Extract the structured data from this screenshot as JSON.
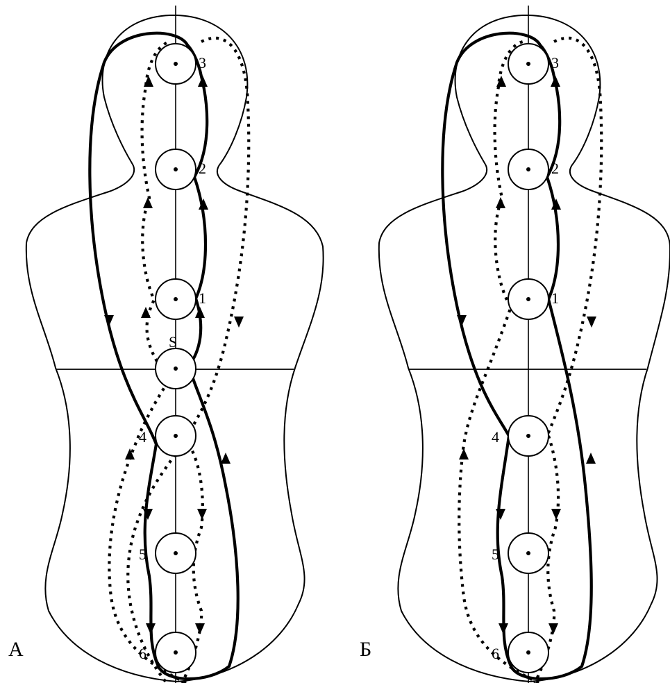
{
  "panels": [
    {
      "label": "А",
      "nodes": [
        {
          "label": "3"
        },
        {
          "label": "2"
        },
        {
          "label": "1"
        },
        {
          "label": "S"
        },
        {
          "label": "4"
        },
        {
          "label": "5"
        },
        {
          "label": "6"
        }
      ]
    },
    {
      "label": "Б",
      "nodes": [
        {
          "label": "3"
        },
        {
          "label": "2"
        },
        {
          "label": "1"
        },
        {
          "label": "4"
        },
        {
          "label": "5"
        },
        {
          "label": "6"
        }
      ]
    }
  ]
}
